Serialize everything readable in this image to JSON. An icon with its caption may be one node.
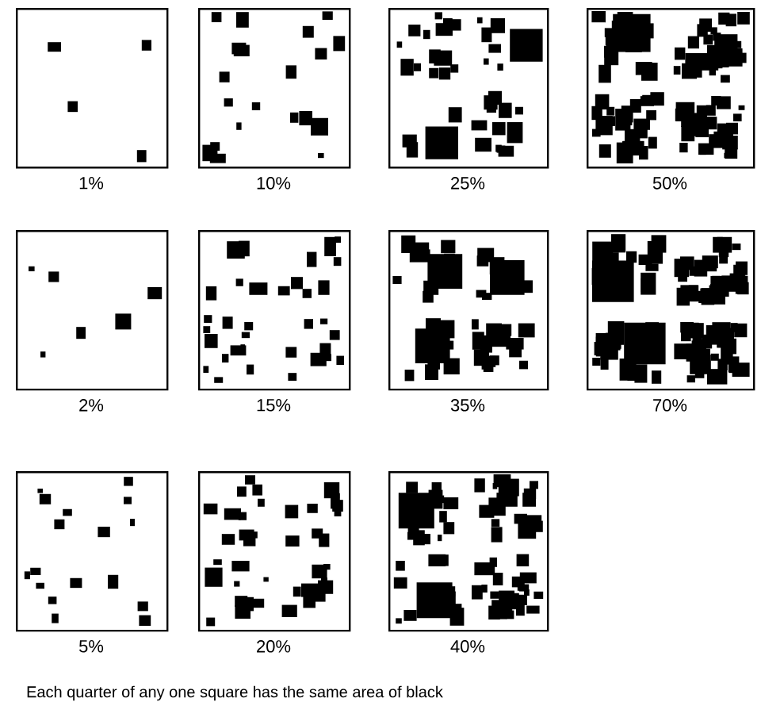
{
  "diagram": {
    "caption": "Each quarter of any one square has the same area of black",
    "nodes": [
      {
        "text": [
          "1%"
        ]
      },
      {
        "text": [
          "10%"
        ]
      },
      {
        "text": [
          "25%"
        ]
      },
      {
        "text": [
          "50%"
        ]
      },
      {
        "text": [
          "2%"
        ]
      },
      {
        "text": [
          "15%"
        ]
      },
      {
        "text": [
          "35%"
        ]
      },
      {
        "text": [
          "70%"
        ]
      },
      {
        "text": [
          "5%"
        ]
      },
      {
        "text": [
          "20%"
        ]
      },
      {
        "text": [
          "40%"
        ]
      }
    ]
  }
}
